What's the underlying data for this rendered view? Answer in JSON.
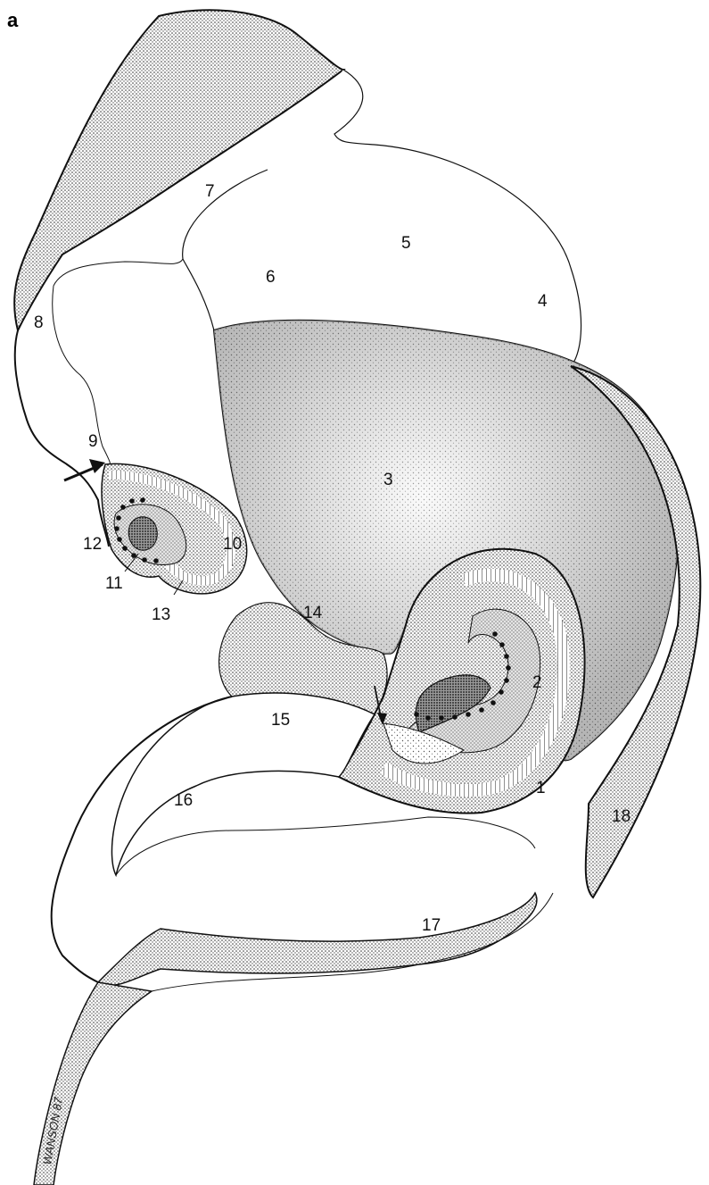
{
  "figure": {
    "panel_letter": "a",
    "signature": "WANSON 87",
    "labels": {
      "l1": "1",
      "l2": "2",
      "l3": "3",
      "l4": "4",
      "l5": "5",
      "l6": "6",
      "l7": "7",
      "l8": "8",
      "l9": "9",
      "l10": "10",
      "l11": "11",
      "l12": "12",
      "l13": "13",
      "l14": "14",
      "l15": "15",
      "l16": "16",
      "l17": "17",
      "l18": "18"
    },
    "colors": {
      "ink": "#111111",
      "stipple": "#8a8a8a",
      "paper": "#ffffff"
    }
  }
}
